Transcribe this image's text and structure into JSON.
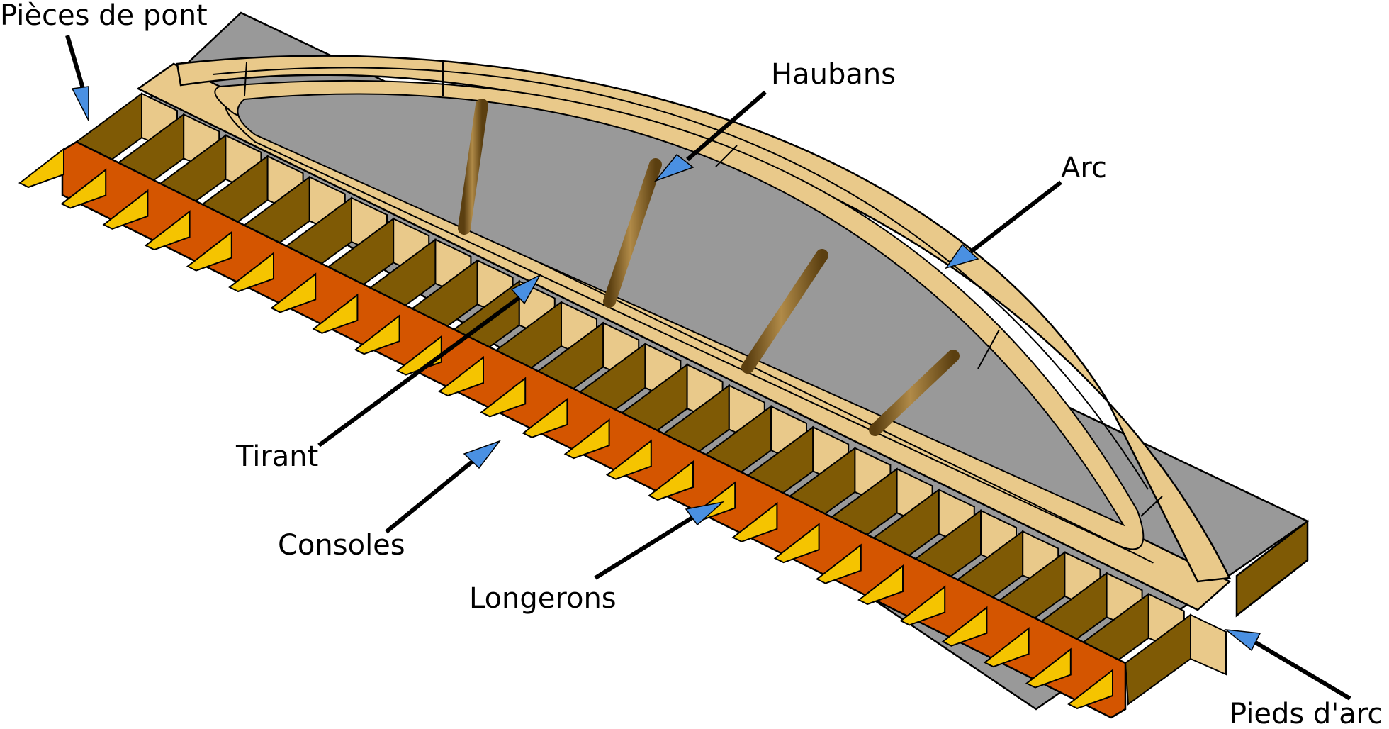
{
  "labels": {
    "pieces_de_pont": "Pièces de pont",
    "haubans": "Haubans",
    "arc": "Arc",
    "tirant": "Tirant",
    "consoles": "Consoles",
    "longerons": "Longerons",
    "pieds_darc": "Pieds d'arc"
  },
  "colors": {
    "deck_gray": "#999999",
    "timber_light": "#e9c98a",
    "timber_dark": "#7f5a05",
    "girder_orange": "#d45500",
    "console_yellow": "#f5c400",
    "rod_brown": "#8a6a30",
    "arrow_blue": "#4a90e2",
    "leader_black": "#000000"
  }
}
